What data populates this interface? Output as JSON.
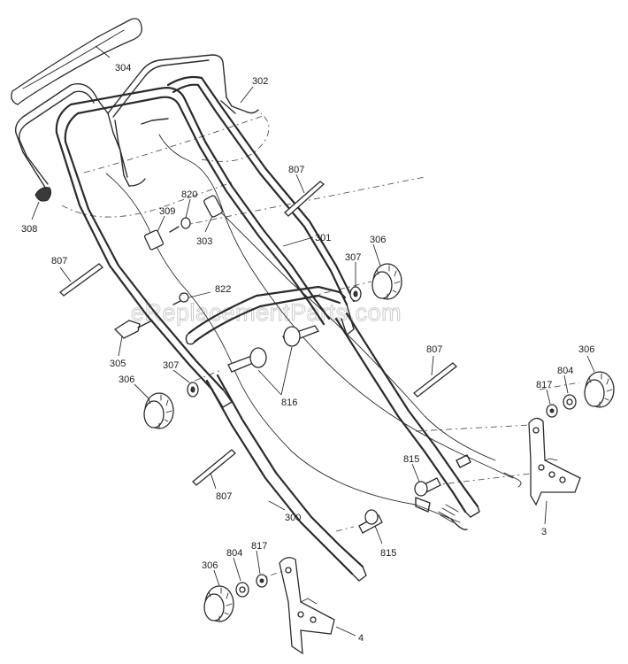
{
  "watermark": "eReplacementParts.com",
  "labels": {
    "p304": "304",
    "p302": "302",
    "p308": "308",
    "p807a": "807",
    "p820": "820",
    "p309": "309",
    "p303": "303",
    "p301": "301",
    "p306a": "306",
    "p807b": "807",
    "p307a": "307",
    "p822": "822",
    "p305": "305",
    "p807c": "807",
    "p306b": "306",
    "p307b": "307",
    "p816": "816",
    "p306c": "306",
    "p804a": "804",
    "p817a": "817",
    "p815a": "815",
    "p807d": "807",
    "p3": "3",
    "p300": "300",
    "p815b": "815",
    "p306d": "306",
    "p804b": "804",
    "p817b": "817",
    "p4": "4"
  }
}
